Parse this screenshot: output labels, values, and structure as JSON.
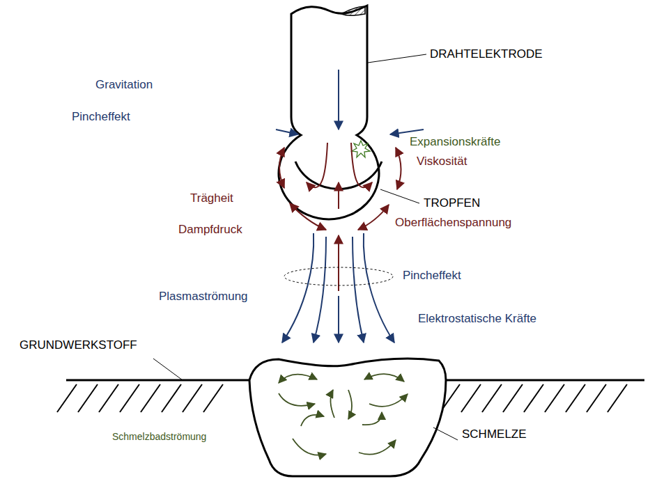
{
  "diagram": {
    "labels": [
      "DRAHTELEKTRODE",
      "Gravitation",
      "Pincheffekt",
      "Expansionskräfte",
      "Viskosität",
      "TROPFEN",
      "Trägheit",
      "Dampfdruck",
      "Oberflächenspannung",
      "Pincheffekt",
      "Plasmaströmung",
      "Elektrostatische Kräfte",
      "GRUNDWERKSTOFF",
      "Schmelzbadströmung",
      "SCHMELZE"
    ]
  }
}
